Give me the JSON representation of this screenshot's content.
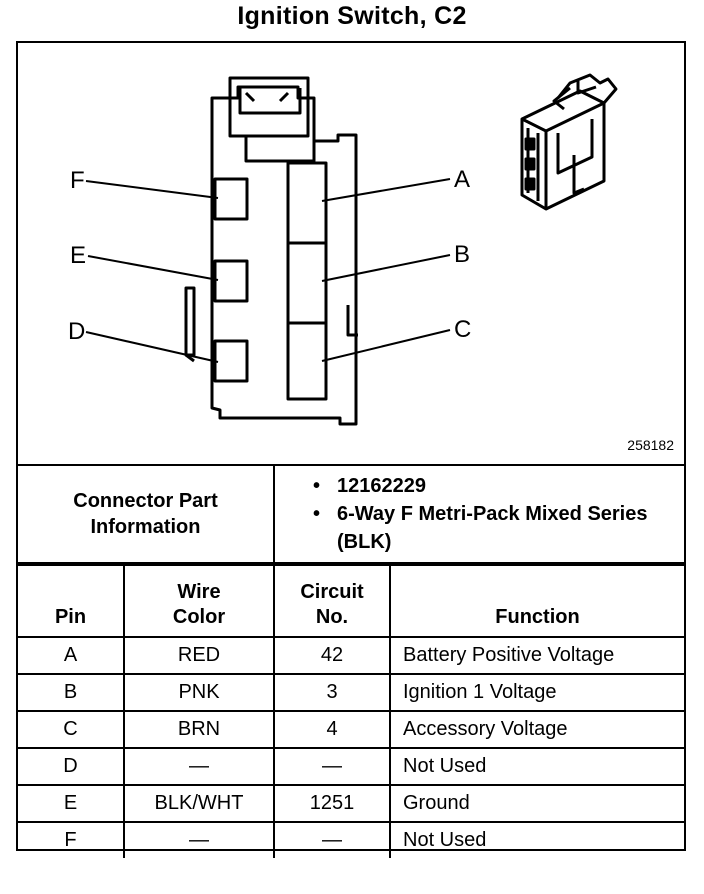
{
  "title": "Ignition Switch, C2",
  "figure_number": "258182",
  "pin_labels": {
    "a": "A",
    "b": "B",
    "c": "C",
    "d": "D",
    "e": "E",
    "f": "F"
  },
  "connector_info": {
    "heading": "Connector Part Information",
    "part_number": "12162229",
    "description": "6-Way F Metri-Pack Mixed Series (BLK)"
  },
  "table": {
    "headers": {
      "pin": "Pin",
      "wire_color": "Wire Color",
      "circuit": "Circuit No.",
      "function": "Function"
    },
    "rows": [
      {
        "pin": "A",
        "wire_color": "RED",
        "circuit": "42",
        "function": "Battery Positive Voltage"
      },
      {
        "pin": "B",
        "wire_color": "PNK",
        "circuit": "3",
        "function": "Ignition 1 Voltage"
      },
      {
        "pin": "C",
        "wire_color": "BRN",
        "circuit": "4",
        "function": "Accessory Voltage"
      },
      {
        "pin": "D",
        "wire_color": "—",
        "circuit": "—",
        "function": "Not Used"
      },
      {
        "pin": "E",
        "wire_color": "BLK/WHT",
        "circuit": "1251",
        "function": "Ground"
      },
      {
        "pin": "F",
        "wire_color": "—",
        "circuit": "—",
        "function": "Not Used"
      }
    ]
  }
}
